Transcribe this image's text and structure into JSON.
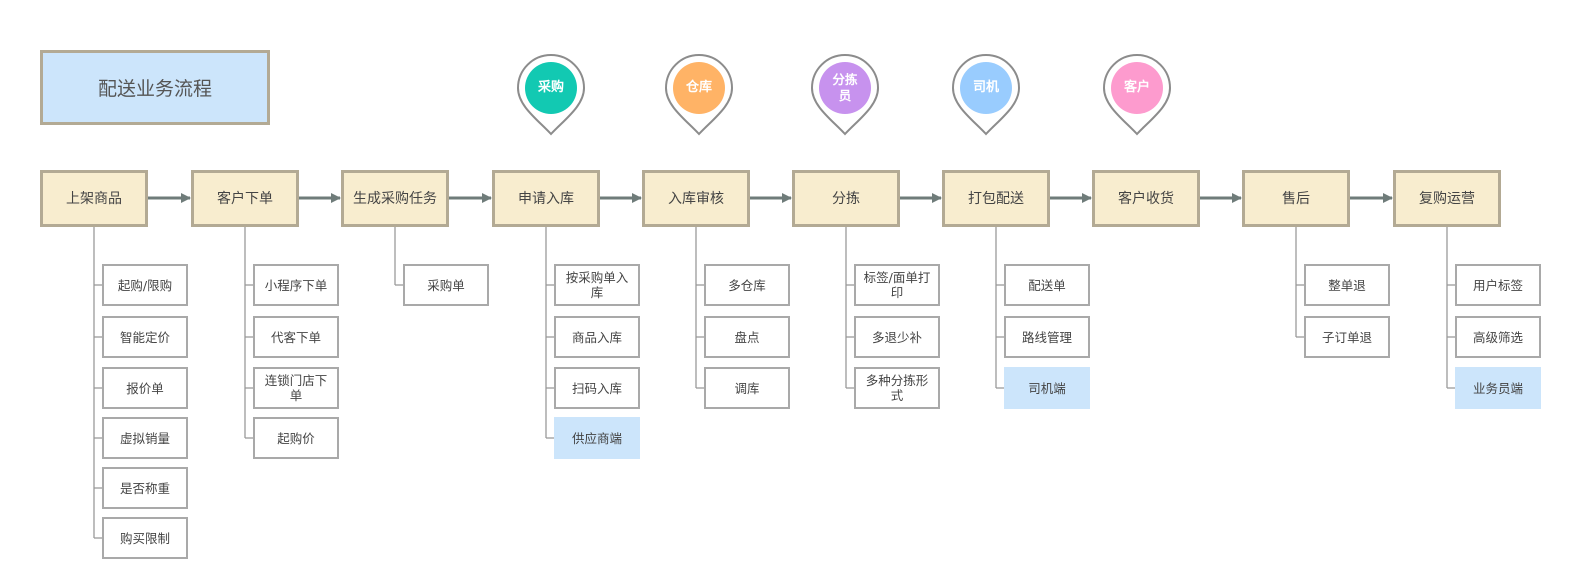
{
  "title": "配送业务流程",
  "roles": [
    {
      "label": "采购",
      "color": "#12c9b2"
    },
    {
      "label": "仓库",
      "color": "#ffb366"
    },
    {
      "label": "分拣员",
      "color": "#c792ee"
    },
    {
      "label": "司机",
      "color": "#99ccfe"
    },
    {
      "label": "客户",
      "color": "#fd9bce"
    }
  ],
  "steps": [
    {
      "label": "上架商品",
      "children": [
        {
          "label": "起购/限购"
        },
        {
          "label": "智能定价"
        },
        {
          "label": "报价单"
        },
        {
          "label": "虚拟销量"
        },
        {
          "label": "是否称重"
        },
        {
          "label": "购买限制"
        }
      ]
    },
    {
      "label": "客户下单",
      "children": [
        {
          "label": "小程序下单"
        },
        {
          "label": "代客下单"
        },
        {
          "label": "连锁门店下单"
        },
        {
          "label": "起购价"
        }
      ]
    },
    {
      "label": "生成采购任务",
      "children": [
        {
          "label": "采购单"
        }
      ]
    },
    {
      "label": "申请入库",
      "children": [
        {
          "label": "按采购单入库"
        },
        {
          "label": "商品入库"
        },
        {
          "label": "扫码入库"
        },
        {
          "label": "供应商端",
          "highlight": true
        }
      ]
    },
    {
      "label": "入库审核",
      "children": [
        {
          "label": "多仓库"
        },
        {
          "label": "盘点"
        },
        {
          "label": "调库"
        }
      ]
    },
    {
      "label": "分拣",
      "children": [
        {
          "label": "标签/面单打印"
        },
        {
          "label": "多退少补"
        },
        {
          "label": "多种分拣形式"
        }
      ]
    },
    {
      "label": "打包配送",
      "children": [
        {
          "label": "配送单"
        },
        {
          "label": "路线管理"
        },
        {
          "label": "司机端",
          "highlight": true
        }
      ]
    },
    {
      "label": "客户收货",
      "children": []
    },
    {
      "label": "售后",
      "children": [
        {
          "label": "整单退"
        },
        {
          "label": "子订单退"
        }
      ]
    },
    {
      "label": "复购运营",
      "children": [
        {
          "label": "用户标签"
        },
        {
          "label": "高级筛选"
        },
        {
          "label": "业务员端",
          "highlight": true
        }
      ]
    }
  ],
  "colors": {
    "box_fill": "#f8edcf",
    "box_border": "#b3aa94",
    "arrow": "#6f7c7a",
    "highlight": "#cce5fb"
  }
}
